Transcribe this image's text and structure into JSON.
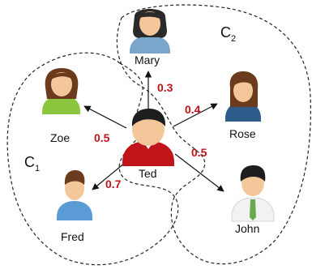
{
  "accent_colors": {
    "weight_text": "#c0141b"
  },
  "people": {
    "mary": {
      "name": "Mary"
    },
    "zoe": {
      "name": "Zoe"
    },
    "ted": {
      "name": "Ted"
    },
    "rose": {
      "name": "Rose"
    },
    "fred": {
      "name": "Fred"
    },
    "john": {
      "name": "John"
    }
  },
  "edges": {
    "ted_mary": {
      "weight": "0.3"
    },
    "ted_rose": {
      "weight": "0.4"
    },
    "ted_zoe": {
      "weight": "0.5"
    },
    "ted_john": {
      "weight": "0.5"
    },
    "ted_fred": {
      "weight": "0.7"
    }
  },
  "clusters": {
    "c1": {
      "letter": "C",
      "sub": "1"
    },
    "c2": {
      "letter": "C",
      "sub": "2"
    }
  }
}
